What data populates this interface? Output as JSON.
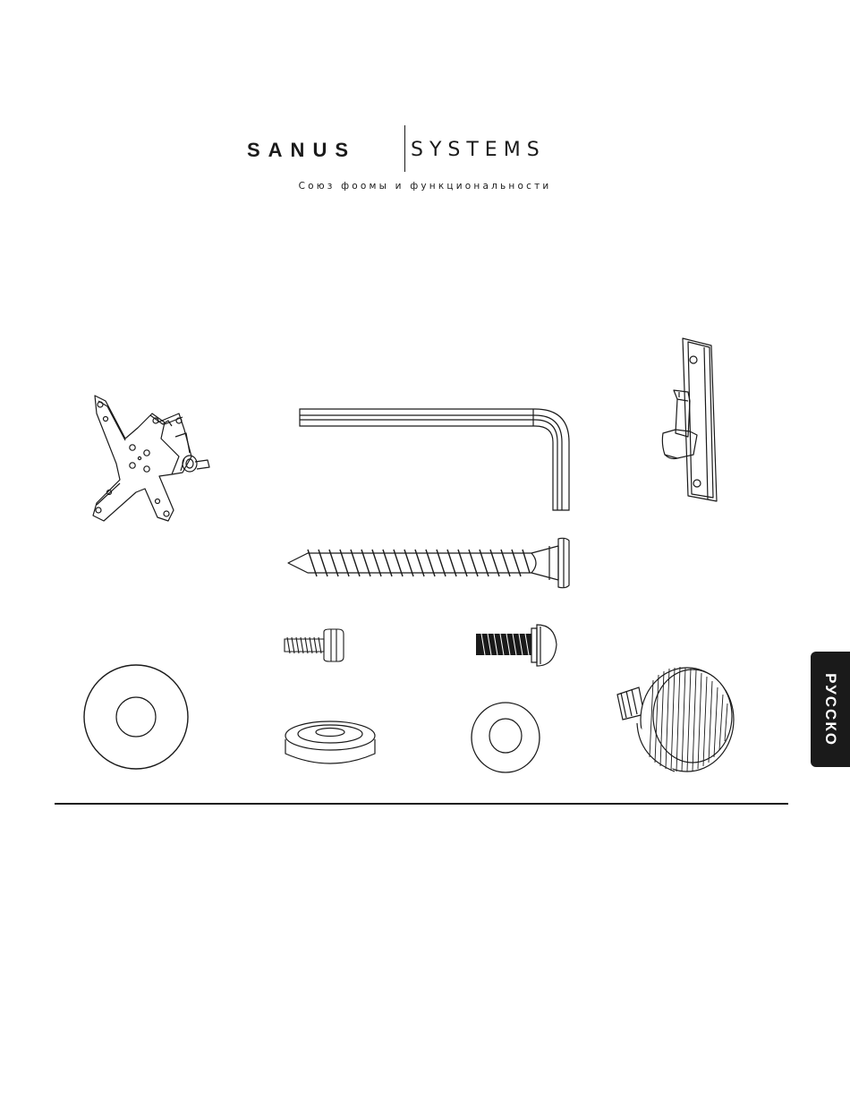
{
  "header": {
    "brand_left": "SANUS",
    "brand_right": "SYSTEMS",
    "tagline": "Союз фоомы и функциональности"
  },
  "side_tab": {
    "label": "РУССКО"
  },
  "parts": [
    "vesa-mounting-plate",
    "hex-key",
    "wall-bracket",
    "wood-screw",
    "small-machine-screw",
    "button-head-bolt",
    "large-washer",
    "rubber-spacer",
    "small-washer",
    "thumb-screw"
  ]
}
